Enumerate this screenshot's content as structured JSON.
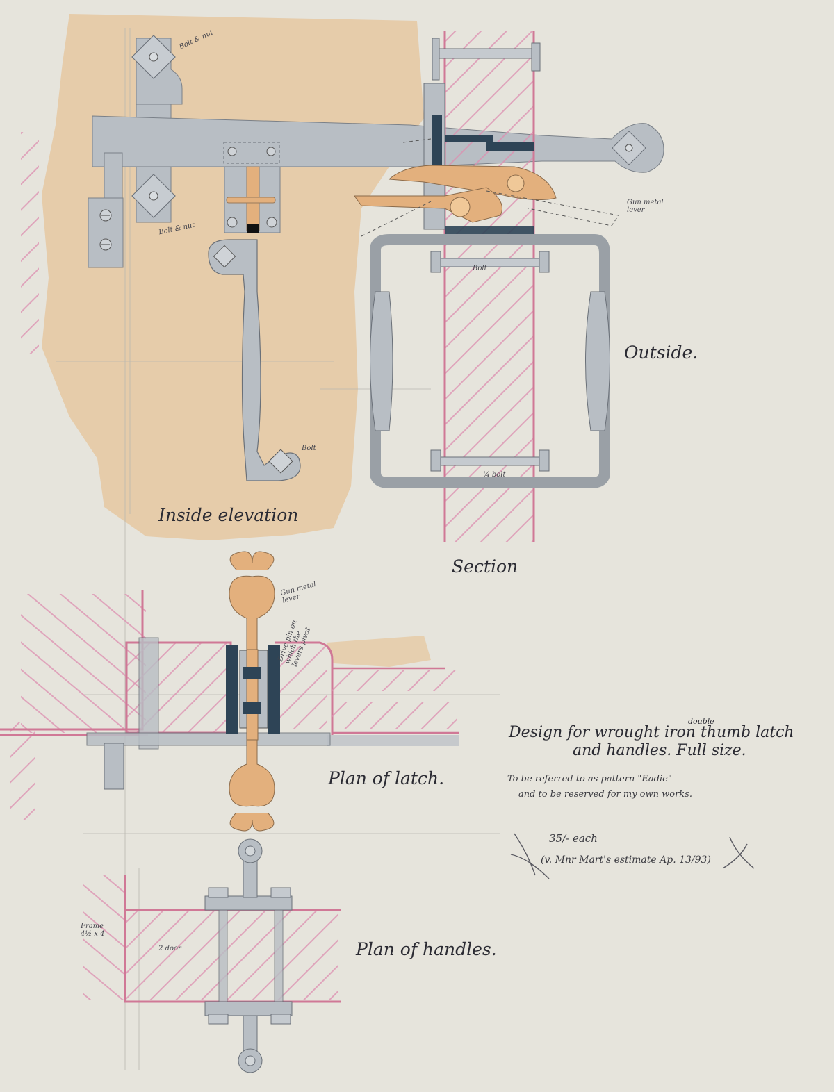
{
  "drawing": {
    "views": {
      "inside_elevation": "Inside elevation",
      "section": "Section",
      "outside": "Outside.",
      "plan_of_latch": "Plan of latch.",
      "plan_of_handles": "Plan of handles."
    },
    "callouts": {
      "bolt_nut_top": "Bolt & nut",
      "bolt_nut_bottom": "Bolt & nut",
      "bolt_handle": "Bolt",
      "gun_metal_lever_section": "Gun metal lever",
      "bolt_section": "Bolt",
      "quarter_bolt": "¼ bolt",
      "gun_metal_lever_plan": "Gun metal lever",
      "drive_pin": "Drive pin on which the levers pivot",
      "frame_size": "Frame 4½ x 4",
      "door": "2 door"
    },
    "title": {
      "line1_prefix": "Design for wrought iron",
      "line1_insert": "double",
      "line1_suffix": "thumb latch",
      "line2": "and handles. Full size."
    },
    "notes": {
      "line1": "To be referred to as pattern \"Eadie\"",
      "line2": "and to be reserved for my own works.",
      "price_line1": "35/- each",
      "price_line2": "(v. Mnr Mart's estimate Ap. 13/93)"
    },
    "colors": {
      "iron": "#b8bec4",
      "gun_metal": "#e3b07d",
      "wood_hatch": "#d98ba8",
      "dark_steel": "#2e4456",
      "tinted_paper": "#e6c9a4",
      "paper": "#e6e4dc"
    }
  }
}
